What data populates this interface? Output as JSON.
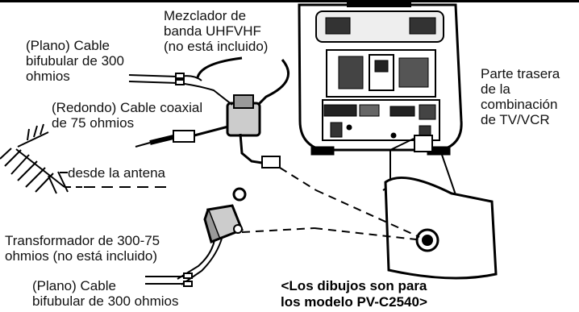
{
  "labels": {
    "mixer": "Mezclador de\nbanda UHFVHF\n(no está incluido)",
    "flat_cable_top": "(Plano) Cable\nbifubular de 300\nohmios",
    "round_cable": "(Redondo) Cable coaxial\nde 75 ohmios",
    "from_antenna": "desde la antena",
    "or_symbol": "O",
    "transformer": "Transformador de 300-75\nohmios (no está incluido)",
    "flat_cable_bottom": "(Plano) Cable\nbifubular de 300 ohmios",
    "rear_tv": "Parte trasera\nde la\ncombinación\nde TV/VCR",
    "drawings_note": "<Los dibujos son para\nlos modelo PV-C2540>"
  }
}
